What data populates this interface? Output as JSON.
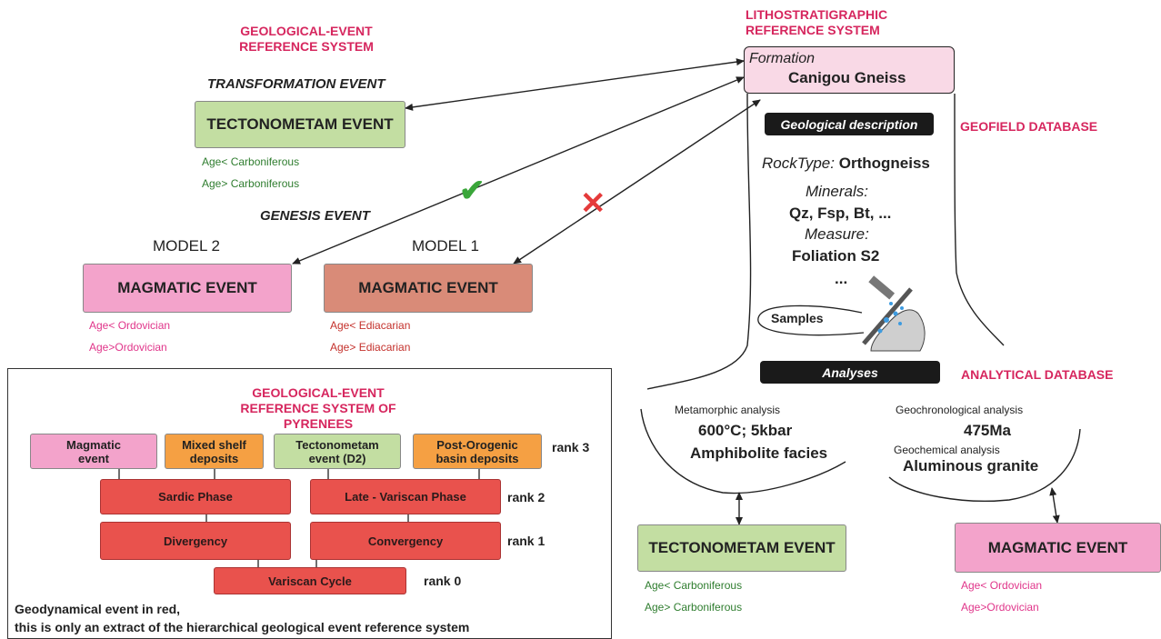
{
  "headers": {
    "geo_event_ref": [
      "GEOLOGICAL-EVENT",
      "REFERENCE SYSTEM"
    ],
    "litho_ref": [
      "LITHOSTRATIGRAPHIC",
      "REFERENCE SYSTEM"
    ],
    "geofield_db": "GEOFIELD DATABASE",
    "analytical_db": "ANALYTICAL DATABASE",
    "pyrenees": [
      "GEOLOGICAL-EVENT",
      "REFERENCE SYSTEM OF PYRENEES"
    ]
  },
  "left": {
    "transformation_label": "TRANSFORMATION EVENT",
    "tectonometam_box": "TECTONOMETAM EVENT",
    "tectonometam_ages": [
      "Age< Carboniferous",
      "Age> Carboniferous"
    ],
    "genesis_label": "GENESIS EVENT",
    "model2": "MODEL 2",
    "model1": "MODEL 1",
    "magmatic2_box": "MAGMATIC EVENT",
    "magmatic2_ages": [
      "Age< Ordovician",
      "Age>Ordovician"
    ],
    "magmatic1_box": "MAGMATIC EVENT",
    "magmatic1_ages": [
      "Age< Ediacarian",
      "Age> Ediacarian"
    ],
    "check_mark": "✔",
    "cross_mark": "✕"
  },
  "formation": {
    "label": "Formation",
    "name": "Canigou Gneiss",
    "geo_desc": "Geological description",
    "rocktype_label": "RockType:",
    "rocktype_value": "Orthogneiss",
    "minerals_label": "Minerals:",
    "minerals_value": "Qz, Fsp, Bt, ...",
    "measure_label": "Measure:",
    "measure_value": "Foliation S2",
    "ellipsis": "...",
    "samples": "Samples",
    "analyses": "Analyses"
  },
  "analysis": {
    "metamorphic_label": "Metamorphic analysis",
    "metamorphic_value_1": "600°C; 5kbar",
    "metamorphic_value_2": "Amphibolite facies",
    "geochrono_label": "Geochronological analysis",
    "geochrono_value": "475Ma",
    "geochem_label": "Geochemical analysis",
    "geochem_value": "Aluminous granite"
  },
  "bottom_right": {
    "tectonometam_box": "TECTONOMETAM EVENT",
    "tectonometam_ages": [
      "Age< Carboniferous",
      "Age> Carboniferous"
    ],
    "magmatic_box": "MAGMATIC EVENT",
    "magmatic_ages": [
      "Age< Ordovician",
      "Age>Ordovician"
    ]
  },
  "hierarchy": {
    "rank3": [
      [
        "Magmatic",
        "event"
      ],
      [
        "Mixed shelf",
        "deposits"
      ],
      [
        "Tectonometam",
        "event (D2)"
      ],
      [
        "Post-Orogenic",
        "basin deposits"
      ]
    ],
    "rank2": [
      "Sardic Phase",
      "Late - Variscan Phase"
    ],
    "rank1": [
      "Divergency",
      "Convergency"
    ],
    "rank0": [
      "Variscan Cycle"
    ],
    "rank_labels": [
      "rank 3",
      "rank 2",
      "rank 1",
      "rank 0"
    ],
    "note_1": "Geodynamical event in red,",
    "note_2": "this is only an extract of the hierarchical geological event reference system"
  },
  "colors": {
    "header": "#d6265e",
    "green": "#c3dea2",
    "pink": "#f3a3cb",
    "brown": "#d98b78",
    "orange": "#f5a043",
    "red": "#e9524d",
    "check": "#3aa63a",
    "cross": "#e53a3a"
  }
}
